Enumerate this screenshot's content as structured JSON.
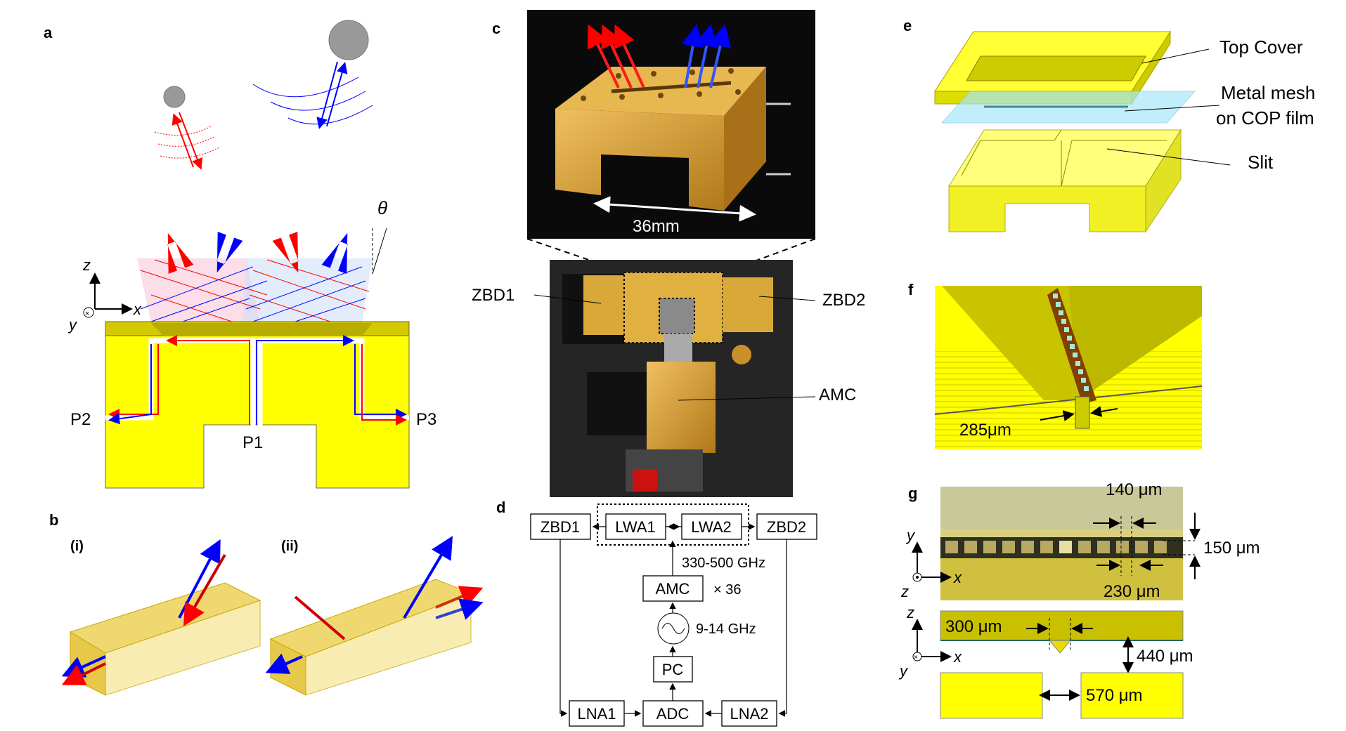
{
  "panels": {
    "a": {
      "letter": "a",
      "theta": "θ",
      "axis_z": "z",
      "axis_x": "x",
      "axis_y": "y",
      "ports": {
        "p1": "P1",
        "p2": "P2",
        "p3": "P3"
      }
    },
    "b": {
      "letter": "b",
      "sub_i": "(i)",
      "sub_ii": "(ii)"
    },
    "c": {
      "letter": "c",
      "dimension": "36mm",
      "zbd1": "ZBD1",
      "zbd2": "ZBD2",
      "amc": "AMC"
    },
    "d": {
      "letter": "d",
      "blocks": {
        "zbd1": "ZBD1",
        "lwa1": "LWA1",
        "lwa2": "LWA2",
        "zbd2": "ZBD2",
        "amc": "AMC",
        "pc": "PC",
        "lna1": "LNA1",
        "adc": "ADC",
        "lna2": "LNA2"
      },
      "band": "330-500 GHz",
      "mult": "× 36",
      "lo": "9-14 GHz"
    },
    "e": {
      "letter": "e",
      "top_cover": "Top Cover",
      "mesh_line1": "Metal mesh",
      "mesh_line2": "on COP film",
      "slit": "Slit"
    },
    "f": {
      "letter": "f",
      "dimension": "285μm"
    },
    "g": {
      "letter": "g",
      "d140": "140 μm",
      "d150": "150 μm",
      "d230": "230 μm",
      "d300": "300 μm",
      "d440": "440 μm",
      "d570": "570 μm",
      "axis_y": "y",
      "axis_x": "x",
      "axis_z": "z"
    }
  },
  "colors": {
    "gold": "#ffff00",
    "gold_dark": "#c8b400",
    "red": "#ff0000",
    "blue": "#0000ff",
    "photo_bg": "#1a1a1a",
    "brass": "#d8a030"
  }
}
